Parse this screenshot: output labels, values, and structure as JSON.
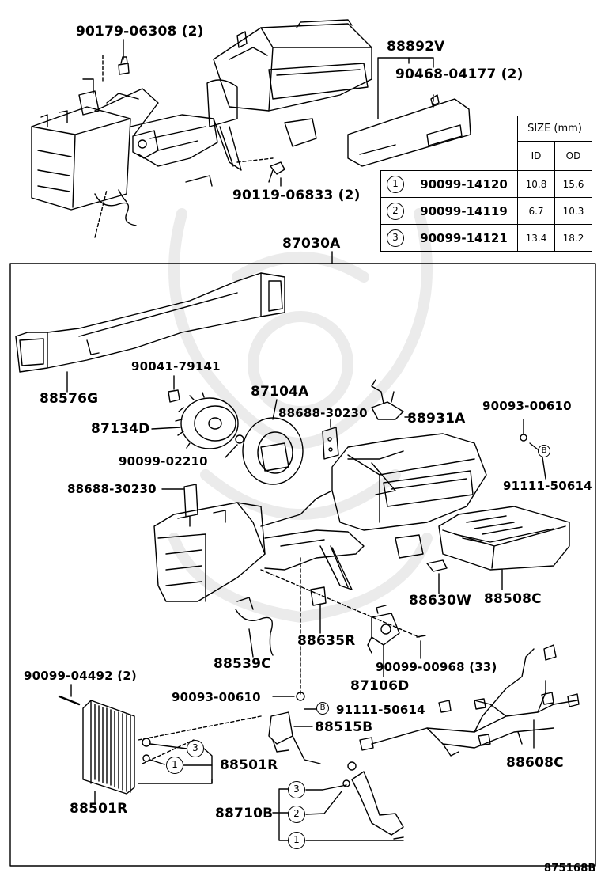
{
  "labels": {
    "p90179": "90179-06308 (2)",
    "p88892v": "88892V",
    "p90468": "90468-04177 (2)",
    "p90119": "90119-06833 (2)",
    "p87030a": "87030A",
    "p88576g": "88576G",
    "p90041": "90041-79141",
    "p87104a": "87104A",
    "p88688a": "88688-30230",
    "p88931a": "88931A",
    "p90093a": "90093-00610",
    "p87134d": "87134D",
    "p90099_02210": "90099-02210",
    "p88688b": "88688-30230",
    "p91111a": "91111-50614",
    "p88630w": "88630W",
    "p88508c": "88508C",
    "p88635r": "88635R",
    "p88539c": "88539C",
    "p90099_00968": "90099-00968 (33)",
    "p87106d": "87106D",
    "p90099_04492": "90099-04492 (2)",
    "p90093b": "90093-00610",
    "p91111b": "91111-50614",
    "p88515b": "88515B",
    "p88501r_a": "88501R",
    "p88501r_b": "88501R",
    "p88608c": "88608C",
    "p88710b": "88710B",
    "ref": "875168B"
  },
  "callouts": {
    "c1": "1",
    "c3": "3",
    "b1": "B",
    "b2": "B",
    "e3": "3",
    "e2": "2",
    "e1": "1"
  },
  "size_table": {
    "title": "SIZE (mm)",
    "col_id": "ID",
    "col_od": "OD",
    "rows": [
      {
        "index": "1",
        "part": "90099-14120",
        "id": "10.8",
        "od": "15.6"
      },
      {
        "index": "2",
        "part": "90099-14119",
        "id": "6.7",
        "od": "10.3"
      },
      {
        "index": "3",
        "part": "90099-14121",
        "id": "13.4",
        "od": "18.2"
      }
    ]
  }
}
